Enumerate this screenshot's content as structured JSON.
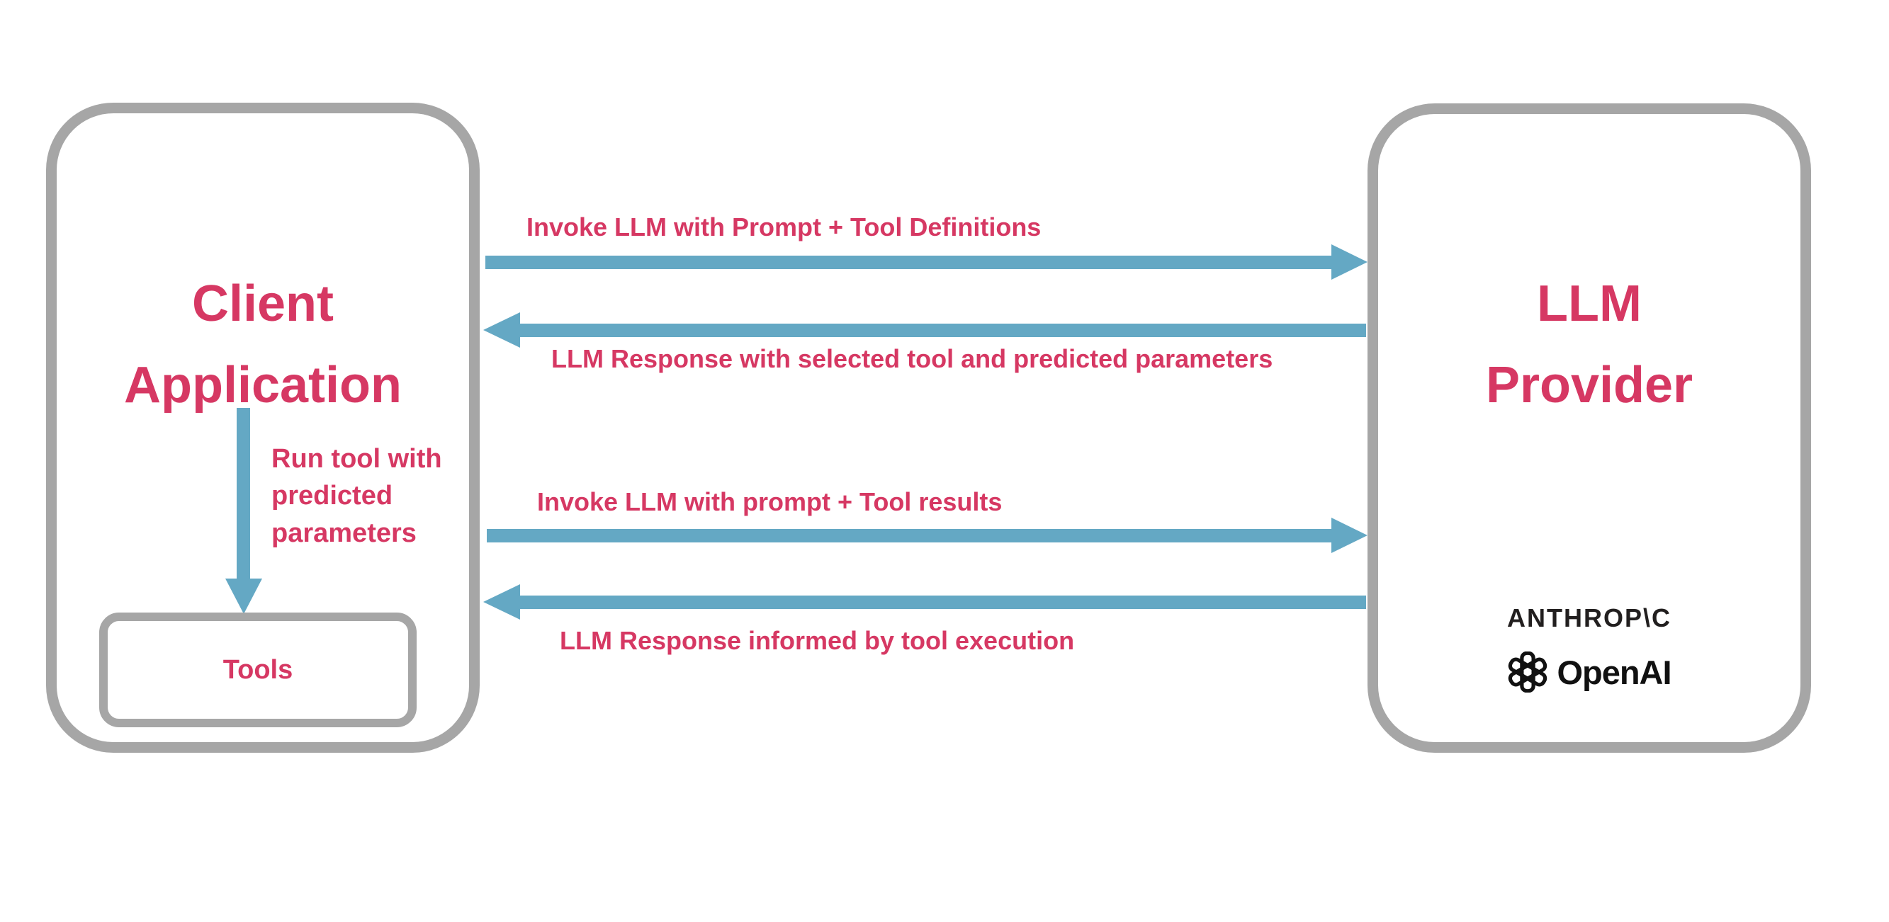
{
  "client": {
    "title": "Client Application"
  },
  "tools": {
    "label": "Tools"
  },
  "provider": {
    "title": "LLM Provider"
  },
  "internal_arrow": {
    "label": "Run tool with predicted parameters",
    "direction": "down"
  },
  "messages": [
    {
      "label": "Invoke LLM with Prompt + Tool Definitions",
      "direction": "right"
    },
    {
      "label": "LLM Response with selected tool and predicted parameters",
      "direction": "left"
    },
    {
      "label": "Invoke LLM with prompt + Tool results",
      "direction": "right"
    },
    {
      "label": "LLM Response informed by tool execution",
      "direction": "left"
    }
  ],
  "logos": {
    "anthropic": "ANTHROP\\C",
    "openai": "OpenAI"
  },
  "colors": {
    "accent_pink": "#d63863",
    "arrow_blue": "#64a8c4",
    "border_gray": "#a6a6a6",
    "logo_black": "#1b1b1b",
    "background": "#ffffff"
  }
}
